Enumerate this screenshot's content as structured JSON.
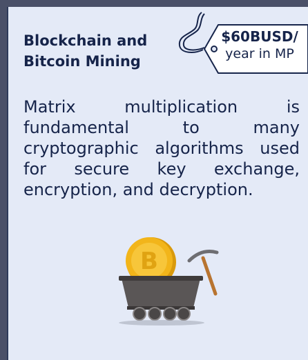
{
  "card": {
    "title": "Blockchain and\nBitcoin Mining",
    "price_tag": {
      "amount": "$60BUSD/",
      "period": "year in MP"
    },
    "description": "Matrix multiplication is fundamental to many cryptographic algorithms used for secure key exchange, encryption, and decryption.",
    "illustration": "mine-cart-with-bitcoin-and-pickaxe",
    "colors": {
      "background": "#e4eaf7",
      "frame": "#4a5068",
      "text": "#16244a",
      "coin": "#f2b51a"
    }
  }
}
